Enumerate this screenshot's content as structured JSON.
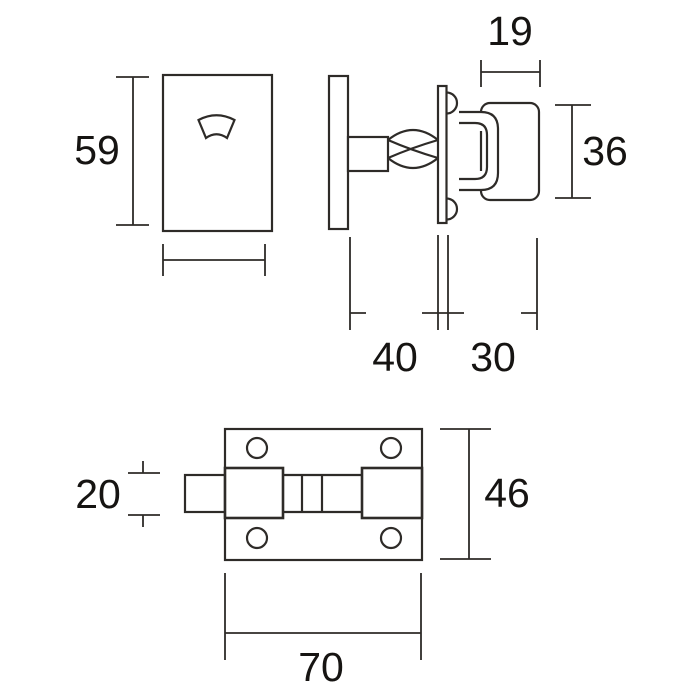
{
  "drawing": {
    "kind": "technical dimensional drawing of a slide bolt latch",
    "colors": {
      "background": "#ffffff",
      "line": "#2e2b28",
      "text": "#161412"
    },
    "dimensions": {
      "front_plate_height": "59",
      "keeper_width": "19",
      "keeper_height": "36",
      "plate_to_keeper": "40",
      "keeper_depth": "30",
      "bolt_width": "20",
      "base_plate_height": "46",
      "base_plate_width": "70"
    }
  }
}
